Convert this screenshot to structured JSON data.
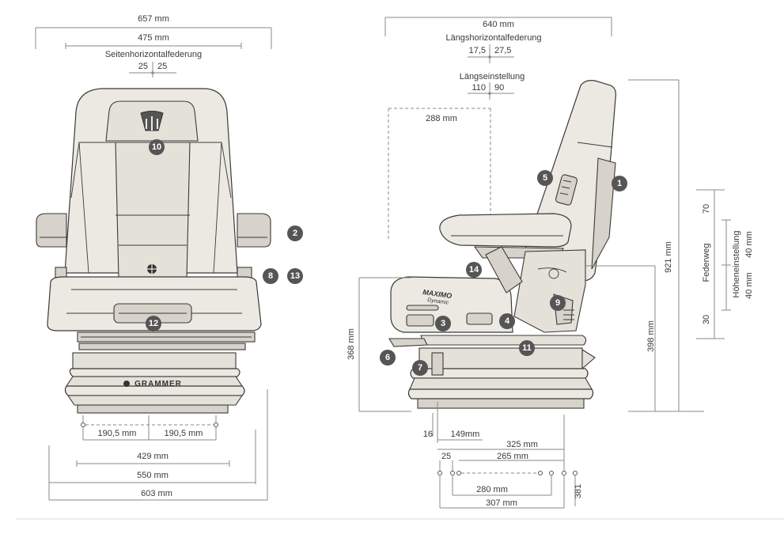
{
  "front": {
    "dims": {
      "overall_width": "657 mm",
      "backrest_width": "475 mm",
      "lateral_label": "Seitenhorizontalfederung",
      "lateral_left": "25",
      "lateral_right": "25",
      "base_left": "190,5 mm",
      "base_right": "190,5 mm",
      "d429": "429 mm",
      "d550": "550 mm",
      "d603": "603 mm"
    },
    "brand": "GRAMMER"
  },
  "side": {
    "dims": {
      "fore_aft_width": "640  mm",
      "fore_aft_label": "Längshorizontalfederung",
      "fore_aft_left": "17,5",
      "fore_aft_right": "27,5",
      "length_adj_label": "Längseinstellung",
      "length_adj_left": "110",
      "length_adj_right": "90",
      "d288": "288 mm",
      "d368": "368 mm",
      "d398": "398 mm",
      "d921": "921 mm",
      "d16": "16",
      "d149": "149mm",
      "d325": "325 mm",
      "d25": "25",
      "d265": "265 mm",
      "d280": "280 mm",
      "d307": "307 mm",
      "d381": "381",
      "d70": "70",
      "d30": "30",
      "federweg": "Federweg",
      "hoehe": "Höheneinstellung",
      "h40a": "40 mm",
      "h40b": "40 mm"
    },
    "brand_main": "MAXIMO",
    "brand_sub": "Dynamic"
  },
  "callouts": [
    "1",
    "2",
    "3",
    "4",
    "5",
    "6",
    "7",
    "8",
    "9",
    "10",
    "11",
    "12",
    "13",
    "14"
  ]
}
